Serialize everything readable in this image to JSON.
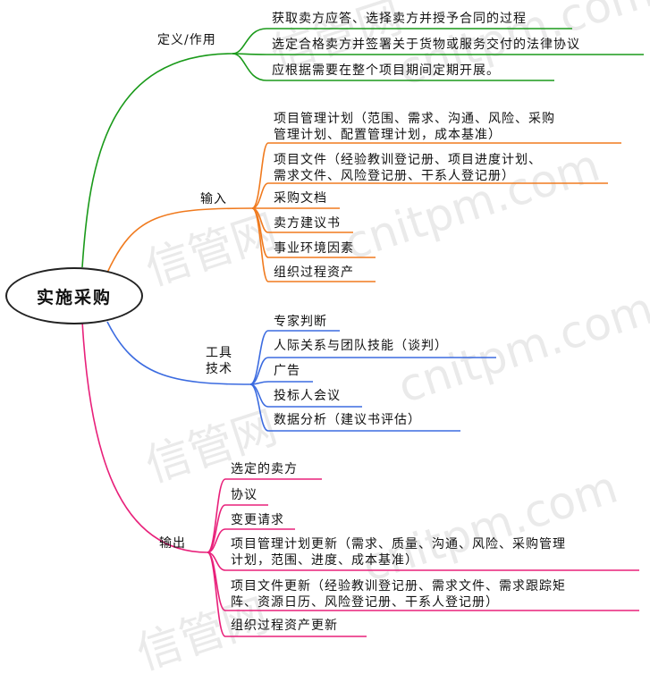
{
  "watermark": {
    "text_main": "信管网",
    "text_url": "cnitpm.com"
  },
  "root": {
    "label": "实施采购"
  },
  "branches": [
    {
      "label": "定义/作用",
      "color": "#1a9a1a",
      "items": [
        "获取卖方应答、选择卖方并授予合同的过程",
        "选定合格卖方并签署关于货物或服务交付的法律协议",
        "应根据需要在整个项目期间定期开展。"
      ]
    },
    {
      "label": "输入",
      "color": "#f07a1e",
      "items": [
        "项目管理计划（范围、需求、沟通、风险、采购\n管理计划、配置管理计划，成本基准）",
        "项目文件（经验教训登记册、项目进度计划、\n需求文件、风险登记册、干系人登记册）",
        "采购文档",
        "卖方建议书",
        "事业环境因素",
        "组织过程资产"
      ]
    },
    {
      "label": "工具\n技术",
      "color": "#3b6be0",
      "items": [
        "专家判断",
        "人际关系与团队技能（谈判）",
        "广告",
        "投标人会议",
        "数据分析（建议书评估）"
      ]
    },
    {
      "label": "输出",
      "color": "#e8207a",
      "items": [
        "选定的卖方",
        "协议",
        "变更请求",
        "项目管理计划更新（需求、质量、沟通、风险、采购管理\n计划，范围、进度、成本基准）",
        "项目文件更新（经验教训登记册、需求文件、需求跟踪矩\n阵、资源日历、风险登记册、干系人登记册）",
        "组织过程资产更新"
      ]
    }
  ]
}
